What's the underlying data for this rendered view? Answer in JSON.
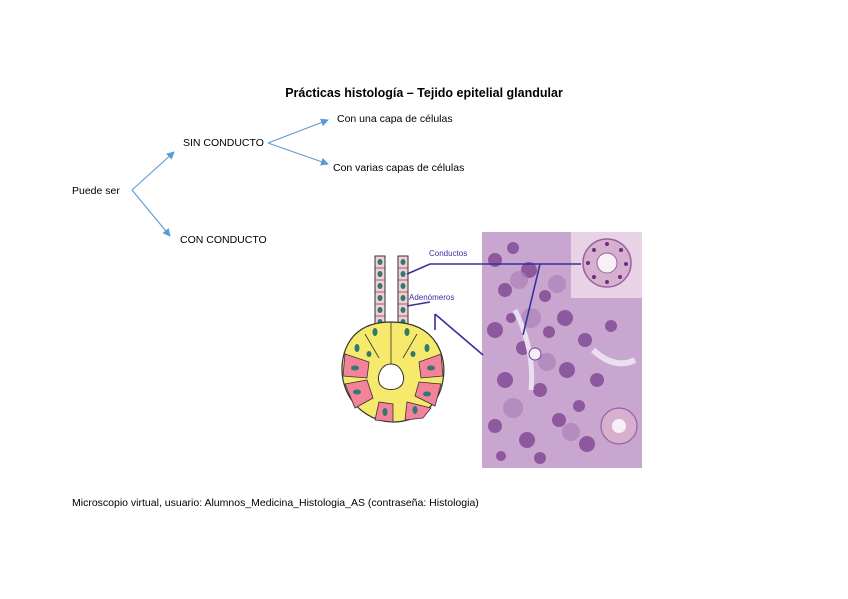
{
  "document": {
    "title": "Prácticas histología – Tejido epitelial glandular",
    "footer": "Microscopio virtual, usuario: Alumnos_Medicina_Histologia_AS (contraseña: Histologia)"
  },
  "tree": {
    "root": "Puede ser",
    "sin_conducto": "SIN CONDUCTO",
    "con_conducto": "CON CONDUCTO",
    "una_capa": "Con una capa de células",
    "varias_capas": "Con varias capas de células",
    "arrow_color": "#5b9bd5"
  },
  "figure": {
    "label_conductos": "Conductos",
    "label_adenomeros": "Adenómeros",
    "label_color": "#3a2e9a",
    "colors": {
      "secretory_pink": "#f3839a",
      "secretory_yellow": "#f6e96b",
      "duct_cell": "#f6cdd4",
      "nucleus": "#2f7a70",
      "tissue_bg": "#c8a6cf",
      "tissue_dark": "#7b3f8f"
    }
  }
}
